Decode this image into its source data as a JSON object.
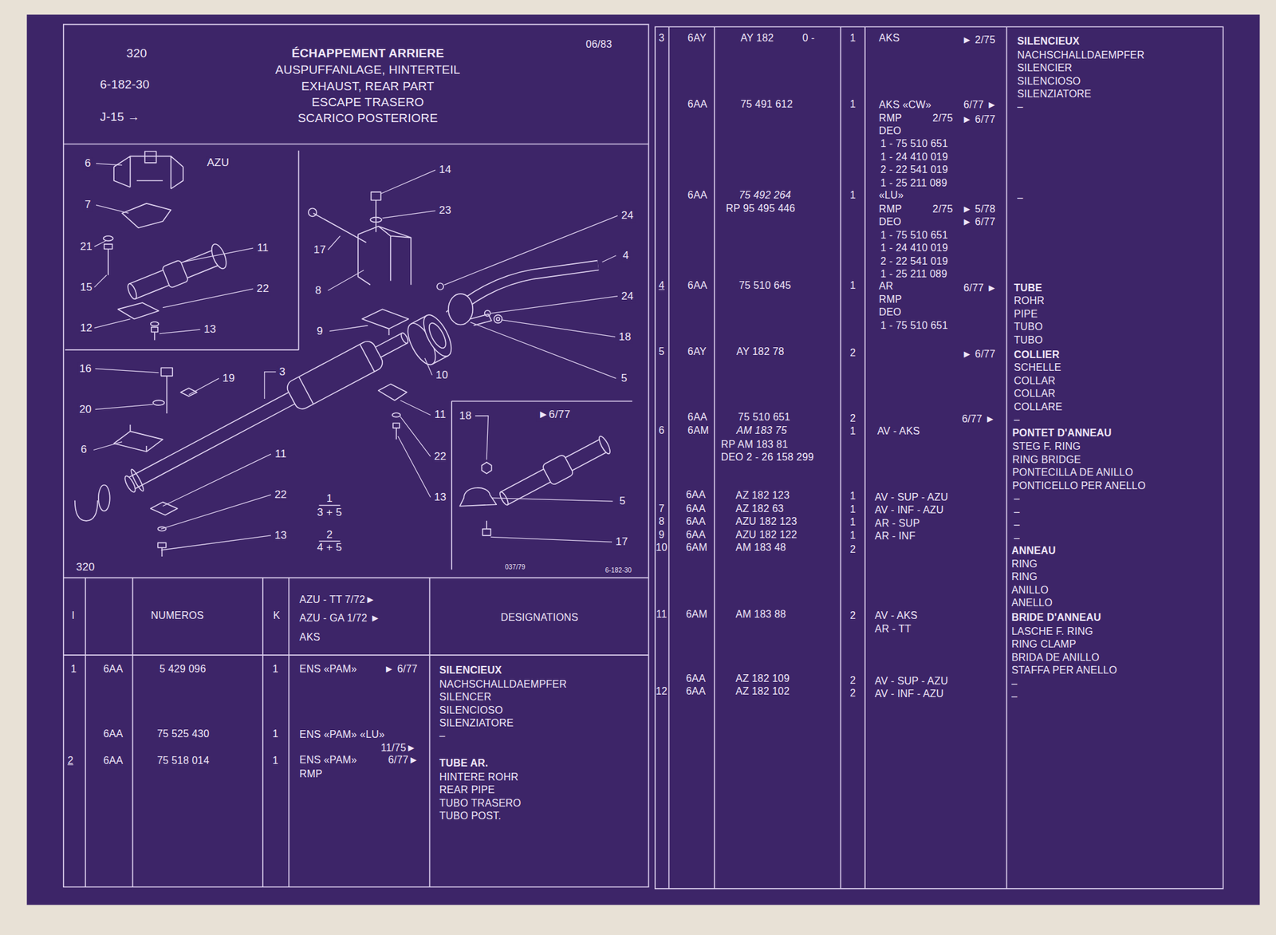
{
  "diagram": {
    "title": "ÉCHAPPEMENT ARRIERE",
    "labels": [
      "320",
      "6-182-30",
      "J-15 →",
      "AUSPUFFANLAGE, HINTERTEIL",
      "EXHAUST, REAR PART",
      "ESCAPE TRASERO",
      "SCARICO POSTERIORE",
      "06/83",
      "6",
      "AZU",
      "7",
      "21",
      "11",
      "15",
      "22",
      "12",
      "13",
      "14",
      "23",
      "24",
      "17",
      "4",
      "8",
      "24",
      "9",
      "18",
      "16",
      "3",
      "10",
      "5",
      "19",
      "20",
      "11",
      "18",
      "►6/77",
      "6",
      "11",
      "22",
      "22",
      "13",
      "1",
      "3 + 5",
      "5",
      "13",
      "2",
      "4 + 5",
      "17",
      "320",
      "037/79",
      "6-182-30",
      "I",
      "NUMEROS",
      "K",
      "AZU - TT 7/72►",
      "AZU - GA 1/72 ►",
      "AKS",
      "DESIGNATIONS",
      "1",
      "6AA",
      "5 429 096",
      "1",
      "ENS «PAM»",
      "► 6/77",
      "SILENCIEUX",
      "NACHSCHALLDAEMPFER",
      "SILENCER",
      "SILENCIOSO",
      "SILENZIATORE",
      "–",
      "6AA",
      "75 525 430",
      "1",
      "ENS «PAM» «LU»",
      "11/75►",
      "2",
      "6AA",
      "75 518 014",
      "1",
      "ENS «PAM»",
      "6/77►",
      "RMP",
      "TUBE AR.",
      "HINTERE ROHR",
      "REAR PIPE",
      "TUBO TRASERO",
      "TUBO POST.",
      "3",
      "6AY",
      "AY 182",
      "0 -",
      "1",
      "AKS",
      "► 2/75",
      "SILENCIEUX",
      "NACHSCHALLDAEMPFER",
      "SILENCIER",
      "SILENCIOSO",
      "SILENZIATORE",
      "6AA",
      "75 491 612",
      "1",
      "AKS «CW»",
      "6/77 ►",
      "–",
      "RMP",
      "2/75",
      "► 6/77",
      "DEO",
      "1 - 75 510 651",
      "1 - 24 410 019",
      "2 - 22 541 019",
      "1 - 25 211 089",
      "6AA",
      "75 492 264",
      "1",
      "«LU»",
      "–",
      "RP 95 495 446",
      "RMP",
      "2/75",
      "► 5/78",
      "DEO",
      "► 6/77",
      "1 - 75 510 651",
      "1 - 24 410 019",
      "2 - 22 541 019",
      "1 - 25 211 089",
      "4",
      "6AA",
      "75 510 645",
      "1",
      "AR",
      "6/77 ►",
      "TUBE",
      "ROHR",
      "PIPE",
      "TUBO",
      "TUBO",
      "RMP",
      "DEO",
      "1 - 75 510 651",
      "5",
      "6AY",
      "AY 182 78",
      "2",
      "► 6/77",
      "COLLIER",
      "SCHELLE",
      "COLLAR",
      "COLLAR",
      "COLLARE",
      "6AA",
      "75 510 651",
      "2",
      "6/77 ►",
      "–",
      "6",
      "6AM",
      "AM 183 75",
      "1",
      "AV - AKS",
      "PONTET D'ANNEAU",
      "RP AM 183 81",
      "STEG F. RING",
      "DEO 2 - 26 158 299",
      "RING BRIDGE",
      "PONTECILLA DE ANILLO",
      "PONTICELLO PER ANELLO",
      "6AA",
      "AZ 182 123",
      "1",
      "AV - SUP - AZU",
      "–",
      "7",
      "6AA",
      "AZ 182 63",
      "1",
      "AV - INF - AZU",
      "–",
      "8",
      "6AA",
      "AZU 182 123",
      "1",
      "AR - SUP",
      "–",
      "9",
      "6AA",
      "AZU 182 122",
      "1",
      "AR - INF",
      "–",
      "10",
      "6AM",
      "AM 183 48",
      "2",
      "ANNEAU",
      "RING",
      "RING",
      "ANILLO",
      "ANELLO",
      "11",
      "6AM",
      "AM 183 88",
      "2",
      "AV - AKS",
      "BRIDE D'ANNEAU",
      "AR - TT",
      "LASCHE F. RING",
      "RING CLAMP",
      "BRIDA DE ANILLO",
      "STAFFA PER ANELLO",
      "6AA",
      "AZ 182 109",
      "2",
      "AV - SUP - AZU",
      "–",
      "12",
      "6AA",
      "AZ 182 102",
      "2",
      "AV - INF - AZU",
      "–"
    ]
  }
}
